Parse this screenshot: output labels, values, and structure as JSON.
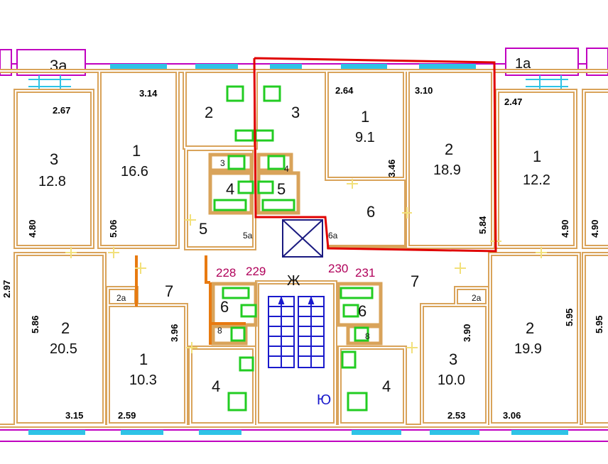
{
  "colors": {
    "wall": "#d9a35a",
    "wall_inner": "#ffffff",
    "outer": "#c000c0",
    "window": "#2ec3e6",
    "highlight": "#e00000",
    "fixture": "#22cc22",
    "stair": "#1a1acc",
    "door_mark": "#f2e07a",
    "orange_wall": "#e87a10",
    "pink_text": "#b0005a"
  },
  "balconies": {
    "left_label": "3a",
    "right_label": "1a"
  },
  "flat_left": {
    "room_3_number": "3",
    "room_3_area": "12.8",
    "room_3_dim_top": "2.67",
    "room_3_dim_side": "4.80",
    "room_1_number": "1",
    "room_1_area": "16.6",
    "room_1_dim_top": "3.14",
    "room_1_dim_side": "5.06",
    "room_2_number": "2",
    "room_2_area": "20.5",
    "room_2_dim_bottom": "3.15",
    "room_2_dim_side": "5.86",
    "room_1b_number": "1",
    "room_1b_area": "10.3",
    "room_1b_dim_bottom": "2.59",
    "room_1b_dim_side": "3.96",
    "hall_7": "7",
    "closet_2a": "2a",
    "kitchen_4": "4",
    "bath_6": "6",
    "wc_8": "8",
    "left_edge_dim": "2.97"
  },
  "flat_upper_left": {
    "kitchen_2": "2",
    "hall_3": "3",
    "wc_3": "3",
    "bath_4": "4",
    "closet_4": "4",
    "bath_5": "5",
    "hall_5": "5",
    "closet_5a": "5a"
  },
  "flat_highlighted": {
    "room_1_number": "1",
    "room_1_area": "9.1",
    "room_1_dim_top": "2.64",
    "room_1_dim_side": "3.46",
    "room_2_number": "2",
    "room_2_area": "18.9",
    "room_2_dim_top": "3.10",
    "room_2_dim_side": "5.84",
    "hall_6": "6",
    "closet_6a": "6a"
  },
  "flat_right": {
    "room_1_number": "1",
    "room_1_area": "12.2",
    "room_1_dim_top": "2.47",
    "room_1_dim_side": "4.90",
    "room_2_number": "2",
    "room_2_area": "19.9",
    "room_2_dim_bottom": "3.06",
    "room_2_dim_side": "5.95",
    "room_3_number": "3",
    "room_3_area": "10.0",
    "room_3_dim_bottom": "2.53",
    "room_3_dim_side": "3.90",
    "hall_7": "7",
    "closet_2a": "2a",
    "kitchen_4": "4",
    "bath_6": "6",
    "wc_8": "8",
    "edge_dim": "4.90",
    "edge_dim_b": "5.95"
  },
  "core": {
    "apt_228": "228",
    "apt_229": "229",
    "apt_230": "230",
    "apt_231": "231",
    "landing_label": "Ж",
    "symbol_label": "Ю"
  }
}
